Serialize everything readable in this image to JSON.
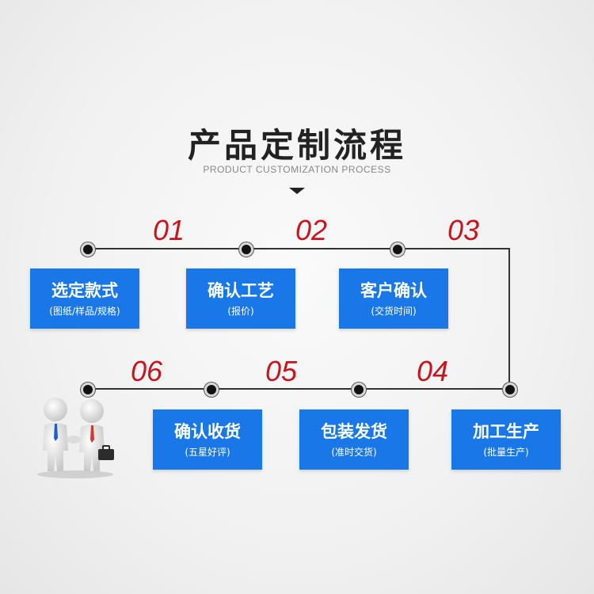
{
  "header": {
    "title": "产品定制流程",
    "subtitle": "PRODUCT CUSTOMIZATION PROCESS"
  },
  "steps": [
    {
      "num": "01",
      "title": "选定款式",
      "sub": "(图纸/样品/规格)"
    },
    {
      "num": "02",
      "title": "确认工艺",
      "sub": "(报价)"
    },
    {
      "num": "03",
      "title": "客户确认",
      "sub": "(交货时间)"
    },
    {
      "num": "04",
      "title": "加工生产",
      "sub": "(批量生产)"
    },
    {
      "num": "05",
      "title": "包装发货",
      "sub": "(准时交货)"
    },
    {
      "num": "06",
      "title": "确认收货",
      "sub": "(五星好评)"
    }
  ],
  "colors": {
    "box_blue": "#1a77e8",
    "number_red": "#c8141e",
    "title_dark": "#222222"
  },
  "illustration": "two-figures-handshake-icon"
}
